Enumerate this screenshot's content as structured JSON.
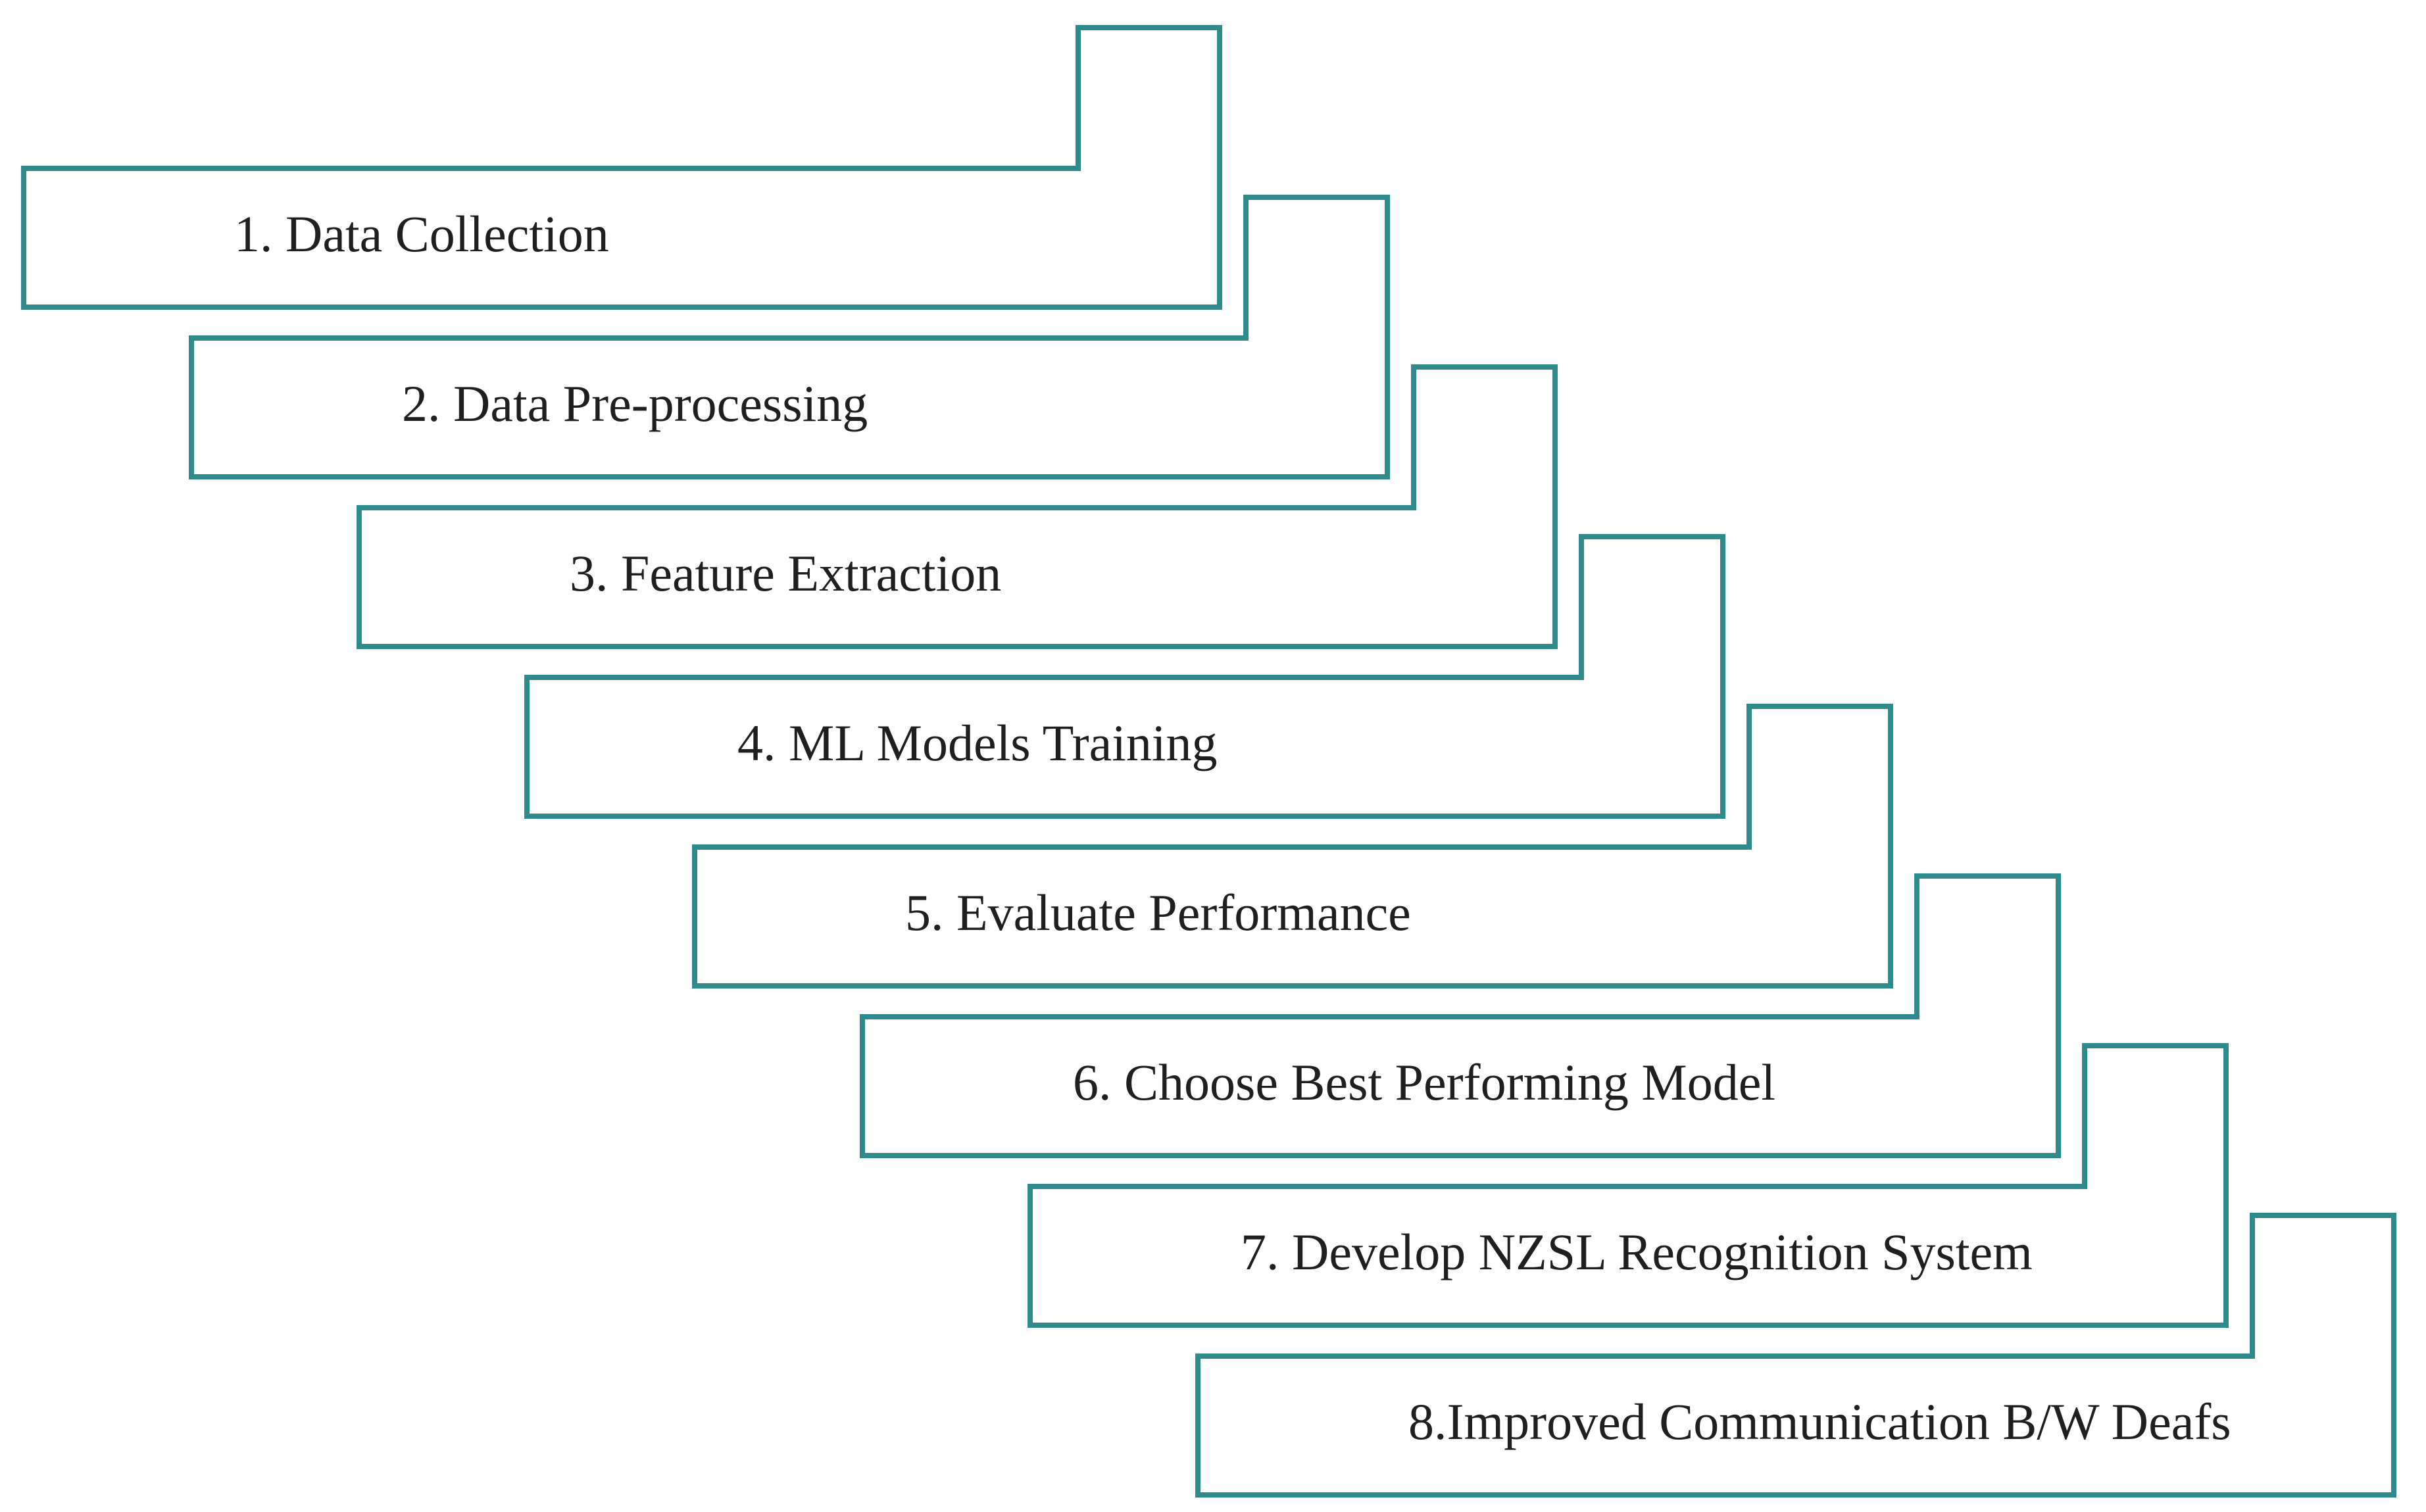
{
  "diagram": {
    "type": "staircase-flow",
    "stroke_color": "#2f8a8c",
    "steps": [
      {
        "label": "1. Data Collection"
      },
      {
        "label": "2. Data Pre-processing"
      },
      {
        "label": "3. Feature Extraction"
      },
      {
        "label": "4. ML Models Training"
      },
      {
        "label": "5. Evaluate Performance"
      },
      {
        "label": "6. Choose Best Performing Model"
      },
      {
        "label": "7. Develop NZSL Recognition System"
      },
      {
        "label": "8.Improved Communication B/W Deafs"
      }
    ]
  }
}
